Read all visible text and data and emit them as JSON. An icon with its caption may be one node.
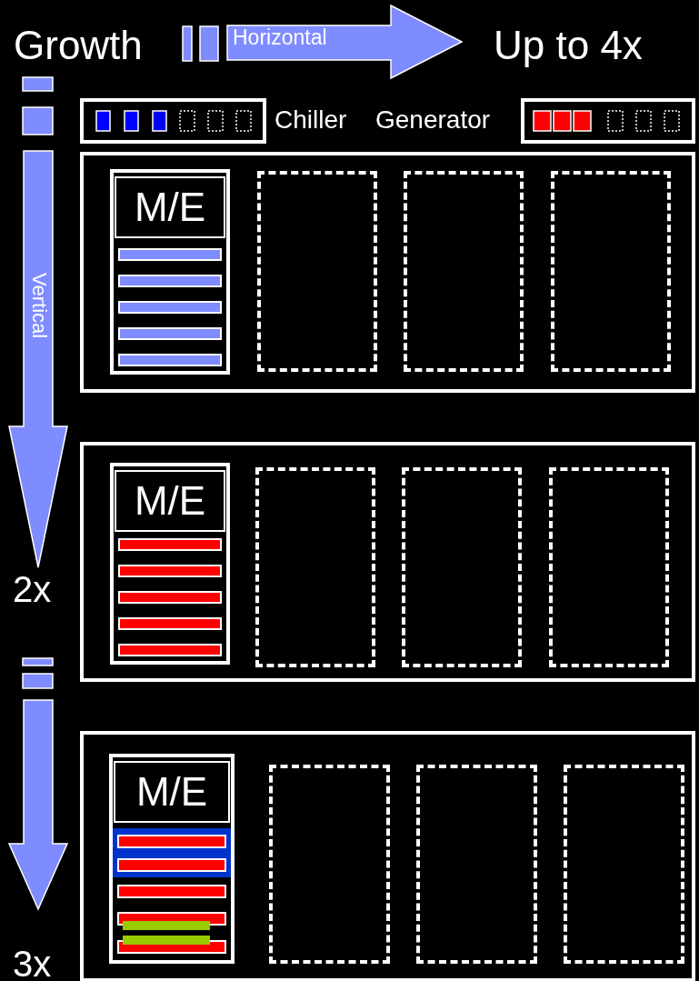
{
  "diagram": {
    "nodes": [
      {
        "text": [],
        "shape": "box"
      },
      {
        "text": [
          "M/E"
        ],
        "in": 0
      },
      {
        "text": [],
        "shape": "box",
        "in": 0
      },
      {
        "text": [],
        "shape": "box",
        "in": 0
      },
      {
        "text": [],
        "shape": "box",
        "in": 0
      },
      {
        "text": [],
        "shape": "box"
      },
      {
        "text": [
          "M/E"
        ],
        "in": 5
      },
      {
        "text": [],
        "shape": "box",
        "in": 5
      },
      {
        "text": [],
        "shape": "box",
        "in": 5
      },
      {
        "text": [],
        "shape": "box",
        "in": 5
      },
      {
        "text": [],
        "shape": "box"
      },
      {
        "text": [
          "M/E"
        ],
        "in": 10
      },
      {
        "text": [],
        "shape": "box",
        "in": 10
      },
      {
        "text": [],
        "shape": "box",
        "in": 10
      },
      {
        "text": [],
        "shape": "box",
        "in": 10
      }
    ],
    "labels": [
      "Growth",
      "Horizontal",
      "Up to 4x",
      "Vertical",
      "2x",
      "3x"
    ],
    "legend": [
      {
        "text": "Chiller"
      },
      {
        "text": "Generator"
      }
    ]
  }
}
